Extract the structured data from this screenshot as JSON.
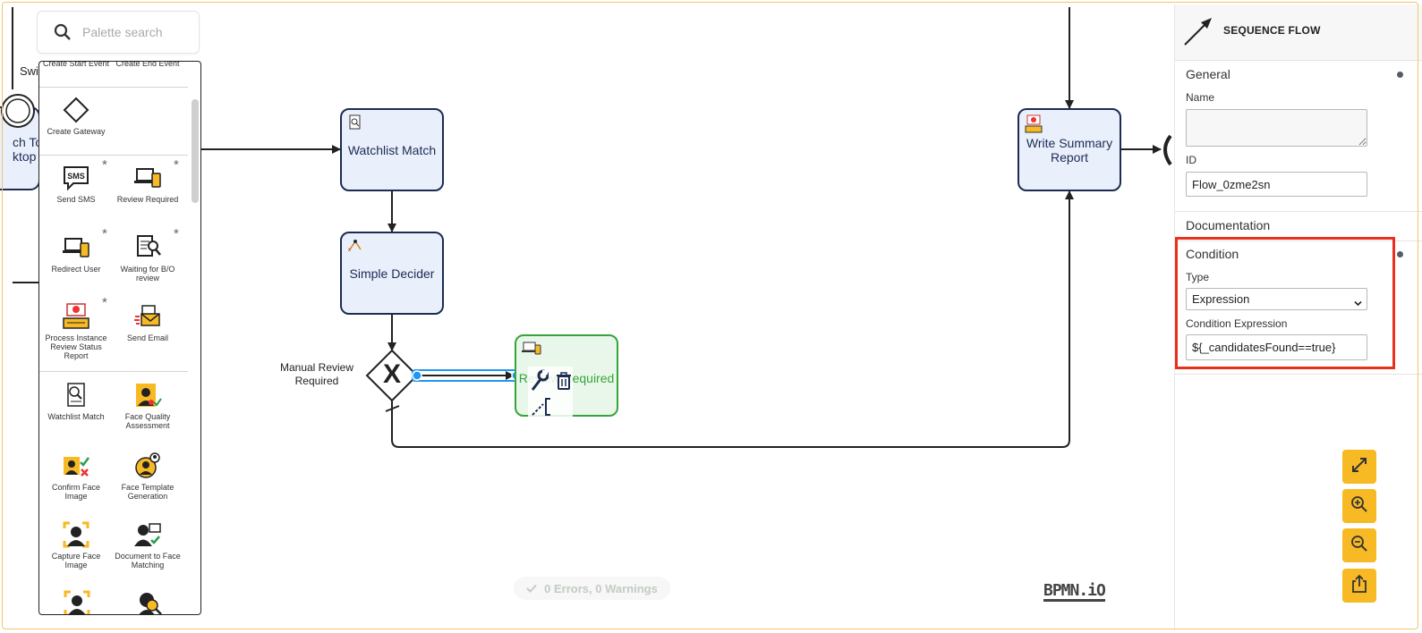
{
  "palette": {
    "search_placeholder": "Palette search",
    "top_items": [
      "Create Start Event",
      "Create End Event"
    ],
    "gateway_label": "Create Gateway",
    "items": [
      {
        "label": "Send SMS",
        "icon": "sms-icon",
        "star": "*"
      },
      {
        "label": "Review Required",
        "icon": "laptop-phone-icon",
        "star": "*"
      },
      {
        "label": "Redirect User",
        "icon": "laptop-phone-icon",
        "star": "*"
      },
      {
        "label": "Waiting for B/O review",
        "icon": "document-search-icon",
        "star": "*"
      },
      {
        "label": "Process Instance Review Status Report",
        "icon": "face-scan-report-icon",
        "star": "*"
      },
      {
        "label": "Send Email",
        "icon": "send-email-icon",
        "star": ""
      },
      {
        "label": "Watchlist Match",
        "icon": "watchlist-document-icon",
        "star": ""
      },
      {
        "label": "Face Quality Assessment",
        "icon": "face-quality-icon",
        "star": ""
      },
      {
        "label": "Confirm Face Image",
        "icon": "confirm-face-icon",
        "star": ""
      },
      {
        "label": "Face Template Generation",
        "icon": "face-template-icon",
        "star": ""
      },
      {
        "label": "Capture Face Image",
        "icon": "capture-face-icon",
        "star": ""
      },
      {
        "label": "Document to Face Matching",
        "icon": "document-face-icon",
        "star": ""
      }
    ]
  },
  "diagram": {
    "partial_left_labels": [
      "Swi",
      "ch To",
      "ktop"
    ],
    "tasks": {
      "watchlist": "Watchlist Match",
      "decider": "Simple Decider",
      "review": "Review Required",
      "summary": "Write Summary Report"
    },
    "gateway_label": "Manual Review Required",
    "gateway_symbol": "X"
  },
  "status": {
    "text": "0 Errors, 0 Warnings"
  },
  "brand": "BPMN.iO",
  "properties": {
    "header_title": "SEQUENCE FLOW",
    "general_title": "General",
    "name_label": "Name",
    "name_value": "",
    "id_label": "ID",
    "id_value": "Flow_0zme2sn",
    "documentation_title": "Documentation",
    "condition_title": "Condition",
    "type_label": "Type",
    "type_value": "Expression",
    "expression_label": "Condition Expression",
    "expression_value": "${_candidatesFound==true}"
  },
  "colors": {
    "accent_orange": "#f7b924",
    "task_fill": "#e9f0fc",
    "task_border": "#1d2b52",
    "selected_green": "#37a43a",
    "highlight_red": "#e8301c",
    "selection_blue": "#2196f3"
  }
}
